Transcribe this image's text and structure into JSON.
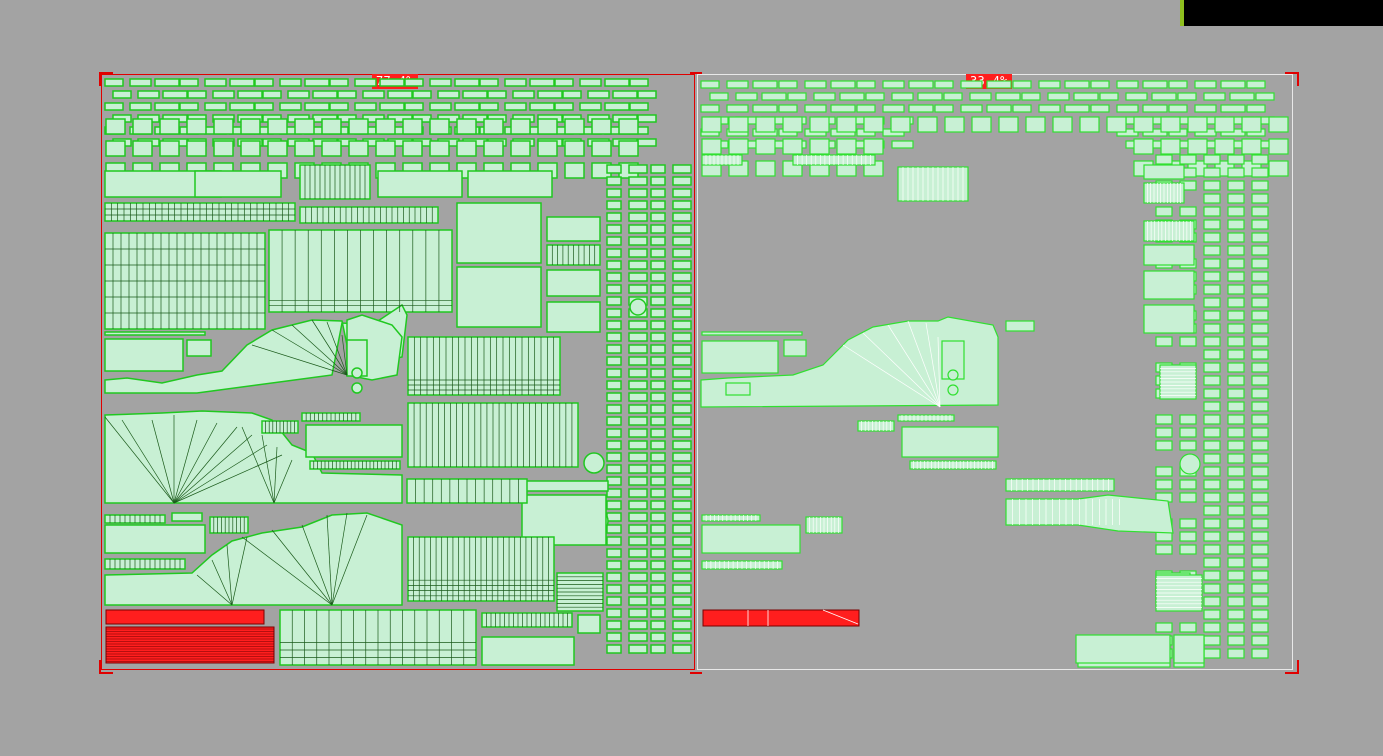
{
  "viewport": {
    "top_right_panel": {
      "accent_color": "#8fbf1f",
      "fill_color": "#000000"
    }
  },
  "tiles": [
    {
      "id": "left",
      "coverage_label": "77.4%",
      "selected": true
    },
    {
      "id": "right",
      "coverage_label": "33.4%",
      "selected": false
    }
  ],
  "colors": {
    "background": "#a3a3a3",
    "uv_fill": "#c8f0d4",
    "uv_edge": "#008a00",
    "uv_border": "#22d622",
    "selection": "#e00000",
    "overlap": "#ff1e1e",
    "badge_text": "#ffffff"
  }
}
